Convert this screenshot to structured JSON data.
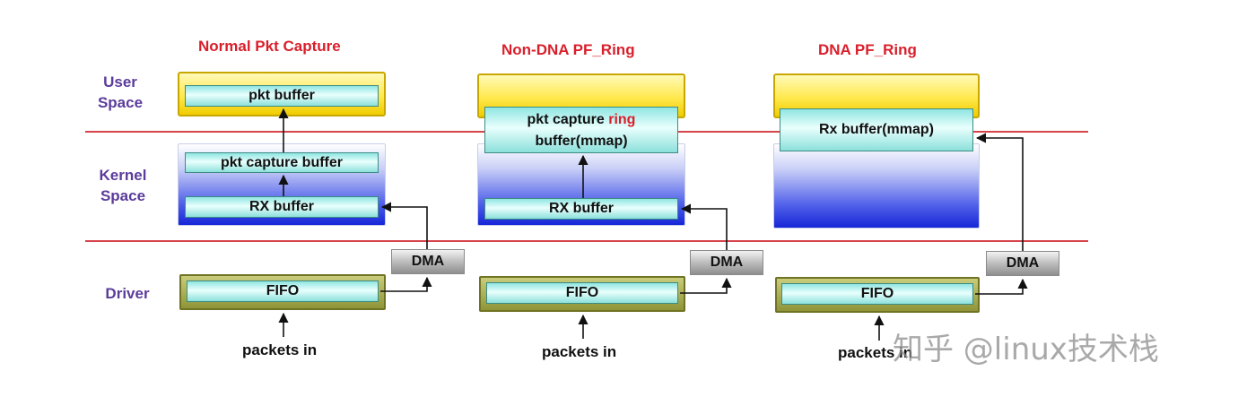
{
  "titles": {
    "col1": "Normal Pkt Capture",
    "col2": "Non-DNA PF_Ring",
    "col3": "DNA PF_Ring"
  },
  "layers": {
    "user_line1": "User",
    "user_line2": "Space",
    "kernel_line1": "Kernel",
    "kernel_line2": "Space",
    "driver": "Driver"
  },
  "col1": {
    "pkt_buffer": "pkt buffer",
    "capture_buffer": "pkt  capture  buffer",
    "rx_buffer": "RX  buffer",
    "dma": "DMA",
    "fifo": "FIFO",
    "packets_in": "packets in"
  },
  "col2": {
    "ring_line1_a": "pkt  capture",
    "ring_line1_b": "ring",
    "ring_line2": "buffer(mmap)",
    "rx_buffer": "RX  buffer",
    "dma": "DMA",
    "fifo": "FIFO",
    "packets_in": "packets in"
  },
  "col3": {
    "rx_mmap": "Rx buffer(mmap)",
    "dma": "DMA",
    "fifo": "FIFO",
    "packets_in": "packets in"
  },
  "watermark": "知乎 @linux技术栈",
  "colors": {
    "title_red": "#d91f2b",
    "layer_purple": "#5b3c9b",
    "separator": "#d8444c"
  }
}
